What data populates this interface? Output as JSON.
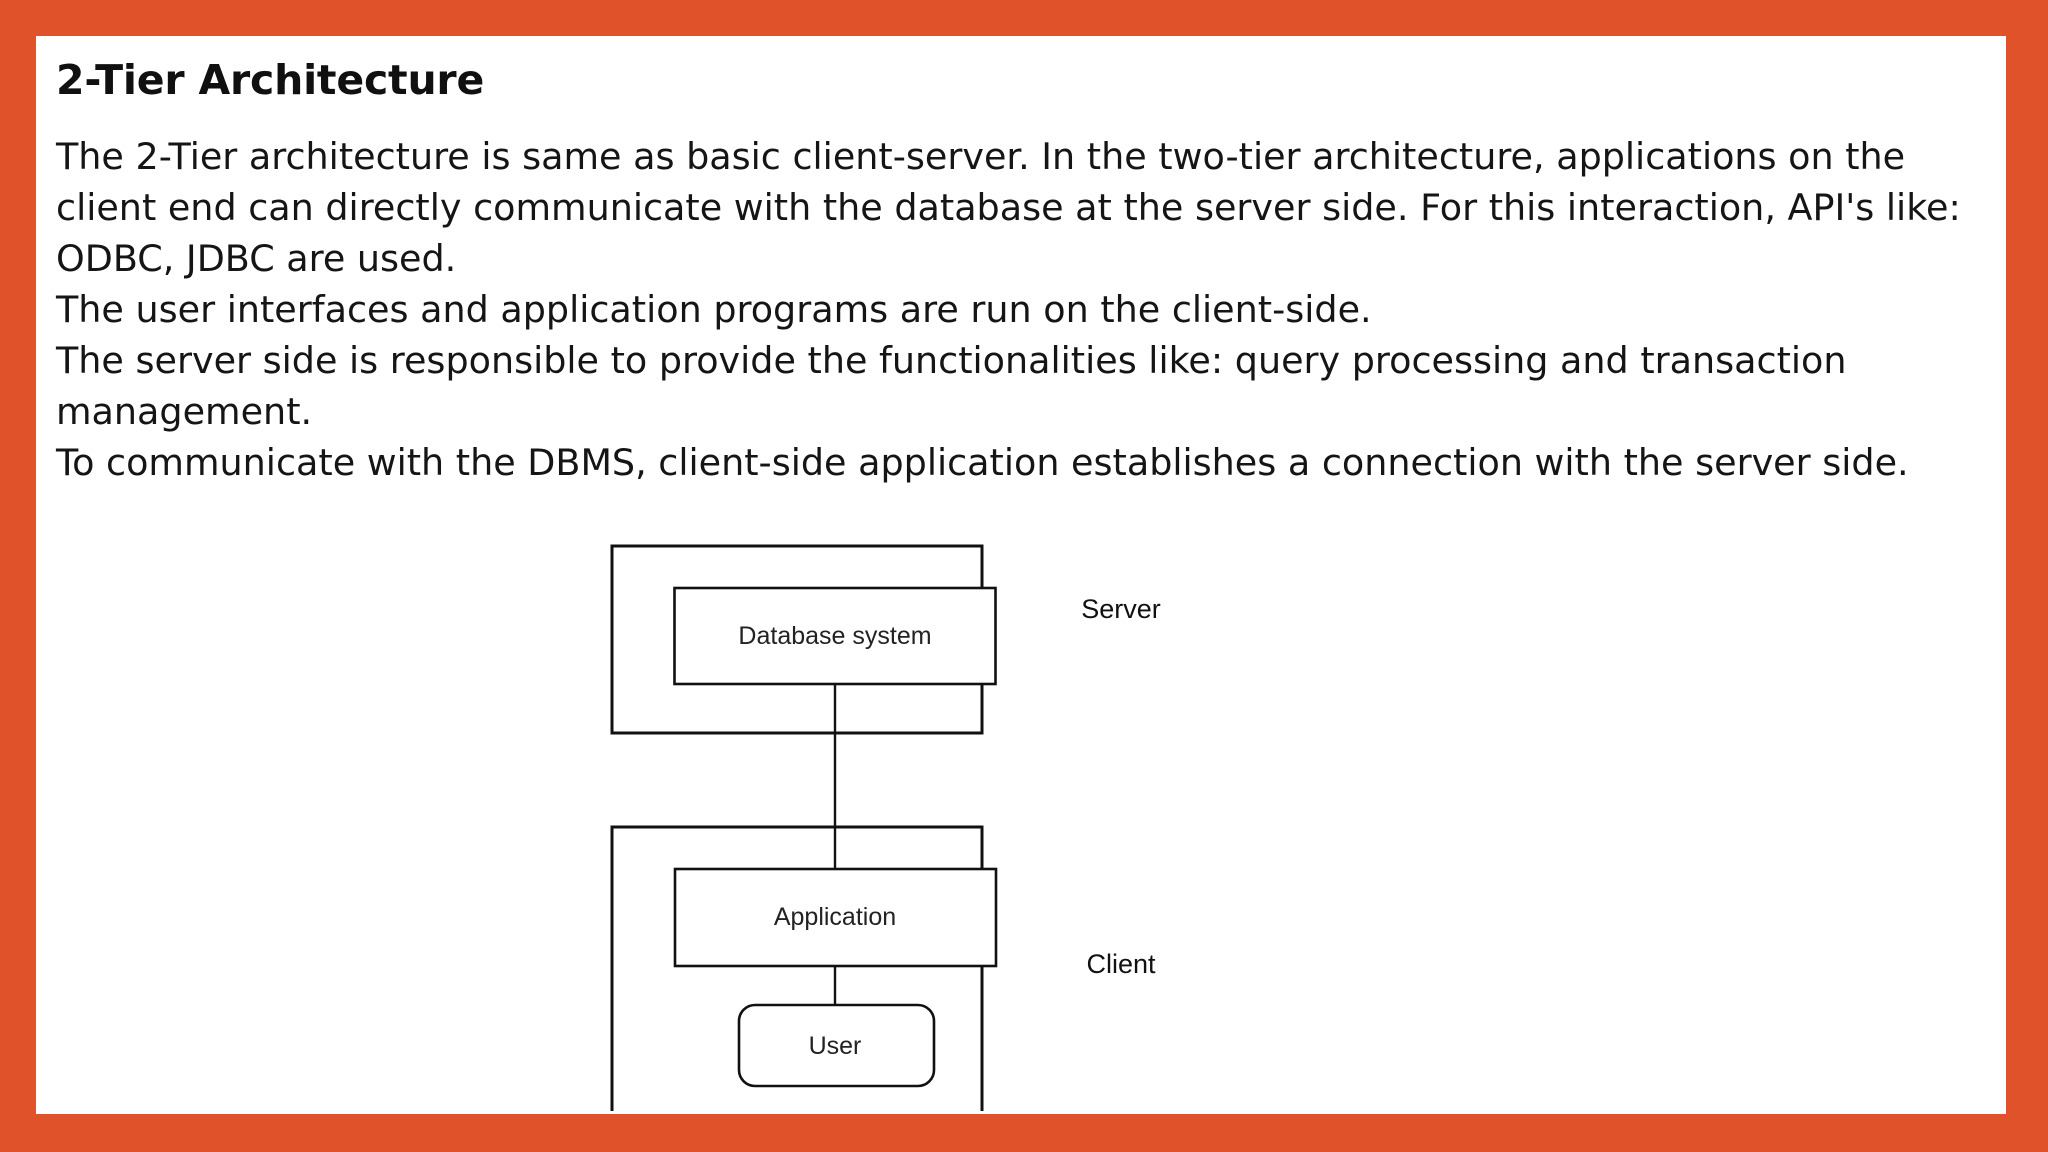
{
  "theme": {
    "border_color": "#E0522A",
    "page_background": "#FFFFFF",
    "text_color": "#151515"
  },
  "slide": {
    "title": "2-Tier Architecture",
    "paragraphs": [
      "The 2-Tier architecture is same as basic client-server. In the two-tier architecture, applications on the client end can directly communicate with the database at the server side. For this interaction, API's like: ODBC, JDBC are used.",
      "The user interfaces and application programs are run on the client-side.",
      "The server side is responsible to provide the functionalities like: query processing and transaction management.",
      "To communicate with the DBMS, client-side application establishes a connection with the server side."
    ]
  },
  "diagram": {
    "type": "block-diagram",
    "tiers": [
      {
        "name": "server",
        "side_label": "Server",
        "inner_label": "Database system",
        "shape": "rectangle"
      },
      {
        "name": "client",
        "side_label": "Client",
        "inner_label": "Application",
        "shape": "rectangle",
        "child_label": "User",
        "child_shape": "rounded-rectangle"
      }
    ],
    "connections": [
      {
        "from": "Database system",
        "to": "Application"
      },
      {
        "from": "Application",
        "to": "User"
      }
    ]
  }
}
